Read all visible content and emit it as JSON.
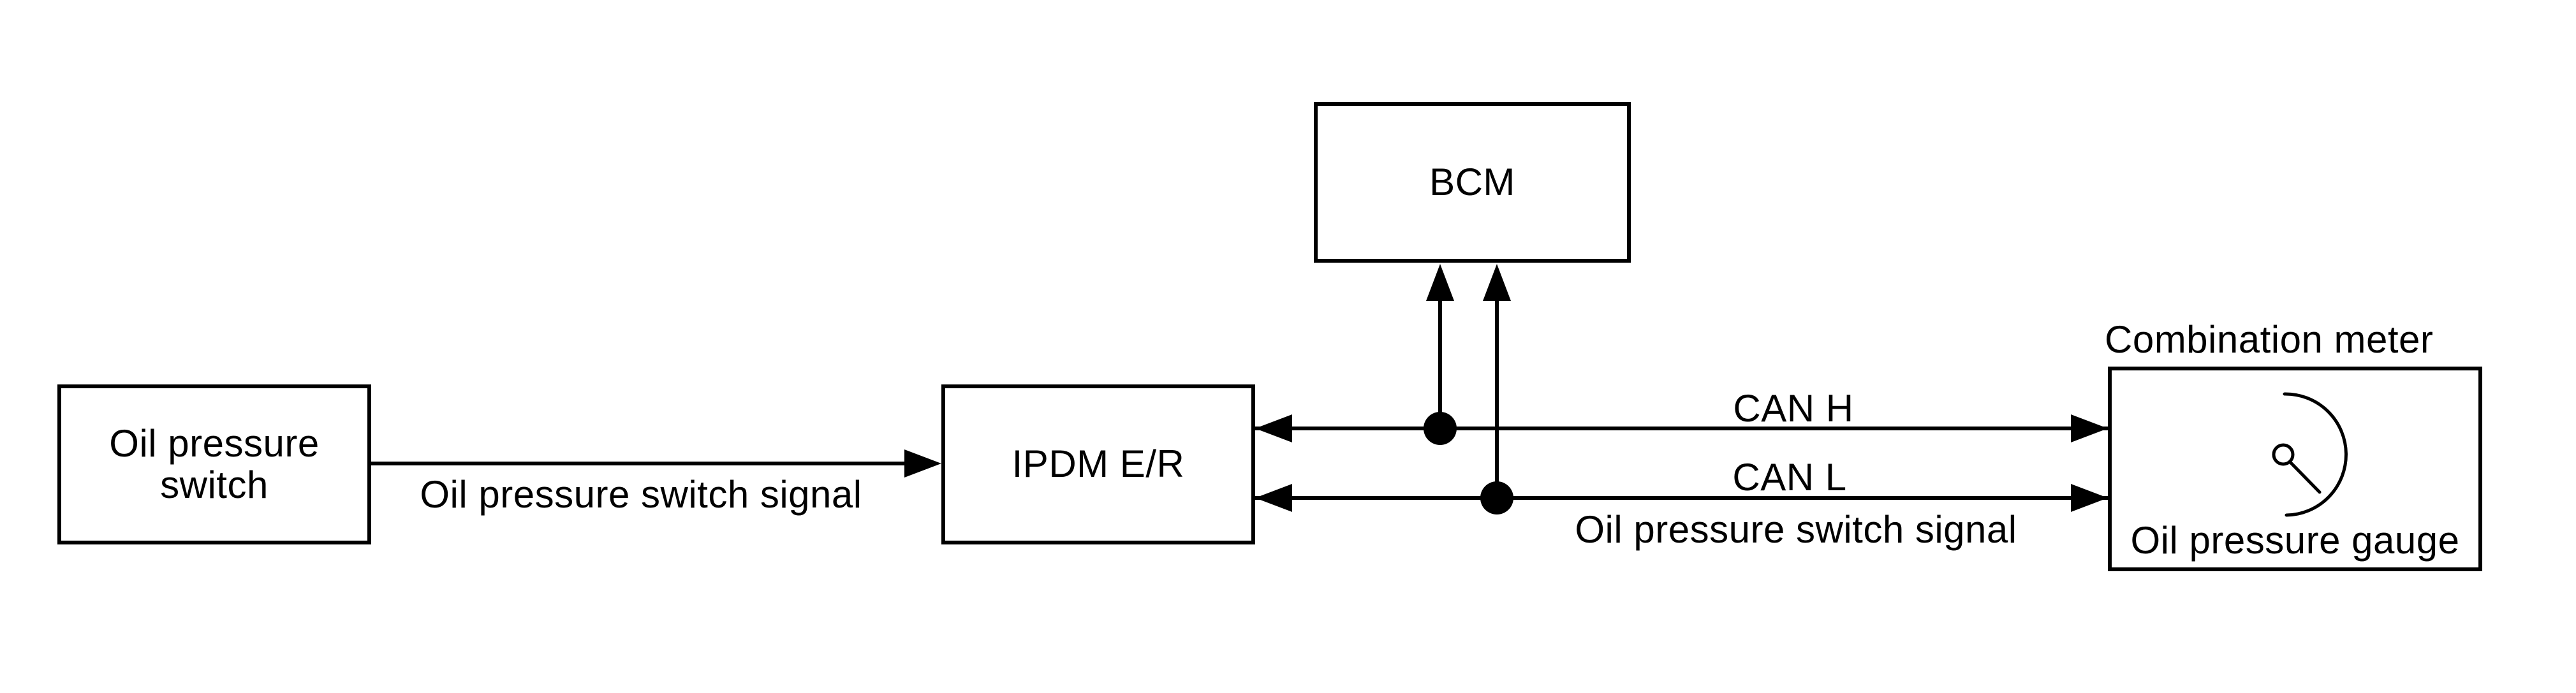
{
  "diagram": {
    "boxes": {
      "oil_pressure_switch": {
        "label": "Oil pressure\nswitch"
      },
      "ipdm": {
        "label": "IPDM E/R"
      },
      "bcm": {
        "label": "BCM"
      },
      "combination_meter": {
        "title": "Combination meter",
        "gauge_label": "Oil pressure gauge"
      }
    },
    "signals": {
      "switch_to_ipdm_label": "Oil pressure switch signal",
      "can_h_label": "CAN H",
      "can_l_label": "CAN L",
      "bus_to_meter_label": "Oil pressure switch signal"
    },
    "icons": {
      "gauge_icon": "oil-pressure-gauge-dial-icon"
    },
    "colors": {
      "ink": "#000000",
      "background": "#ffffff"
    }
  }
}
